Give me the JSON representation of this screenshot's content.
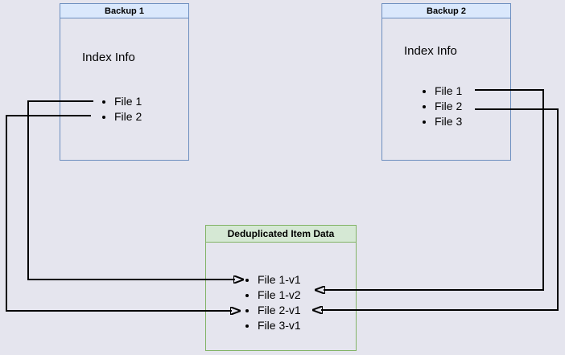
{
  "diagram": {
    "background_color": "#e5e5ee",
    "backup1": {
      "title": "Backup 1",
      "index_label": "Index Info",
      "files": [
        "File 1",
        "File 2"
      ],
      "border_color": "#6c8ebf",
      "header_fill": "#dae8fc"
    },
    "backup2": {
      "title": "Backup 2",
      "index_label": "Index Info",
      "files": [
        "File 1",
        "File 2",
        "File 3"
      ],
      "border_color": "#6c8ebf",
      "header_fill": "#dae8fc"
    },
    "dedup": {
      "title": "Deduplicated Item Data",
      "items": [
        "File 1-v1",
        "File 1-v2",
        "File 2-v1",
        "File 3-v1"
      ],
      "border_color": "#82b366",
      "header_fill": "#d5e8d4"
    },
    "connections": [
      {
        "from": "Backup 1 / File 1",
        "to": "Deduplicated Item Data / File 1-v1",
        "route": "left"
      },
      {
        "from": "Backup 1 / File 2",
        "to": "Deduplicated Item Data / File 2-v1",
        "route": "left"
      },
      {
        "from": "Backup 2 / File 1",
        "to": "Deduplicated Item Data / File 1-v2",
        "route": "right"
      },
      {
        "from": "Backup 2 / File 2",
        "to": "Deduplicated Item Data / File 2-v1",
        "route": "right"
      }
    ],
    "connector_color": "#000000"
  }
}
